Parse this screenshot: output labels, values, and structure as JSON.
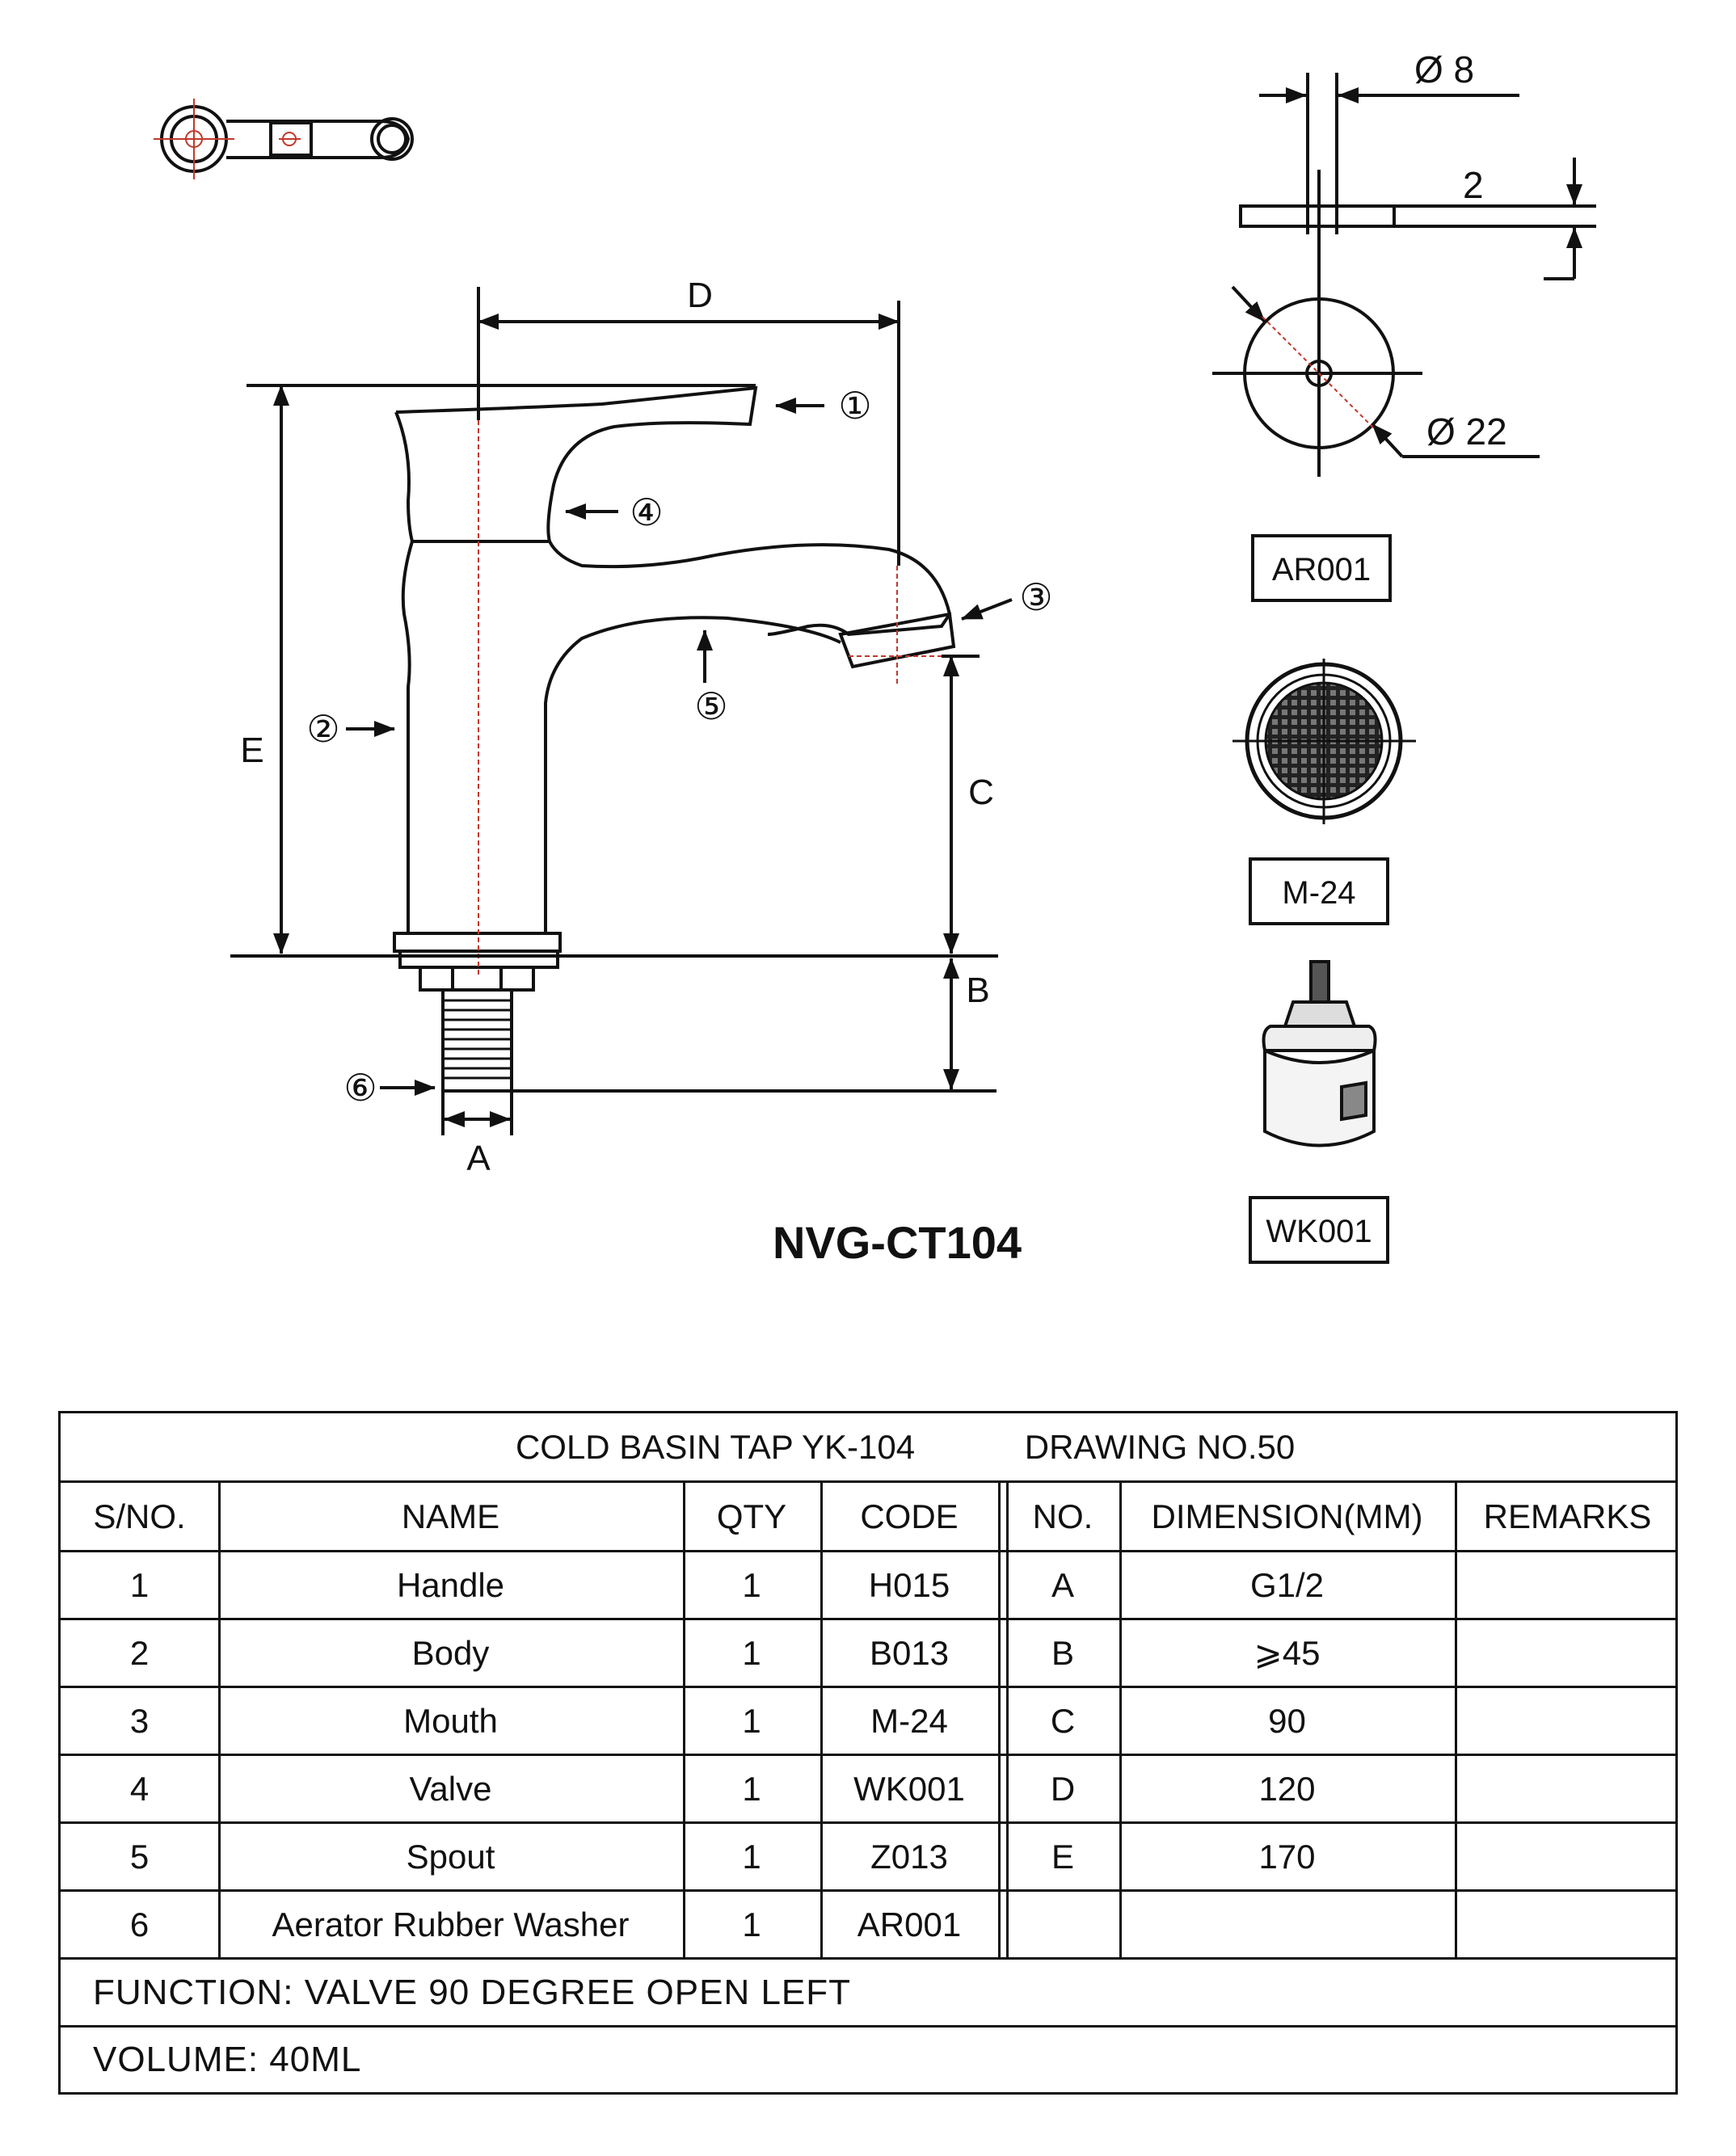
{
  "drawing": {
    "model": "NVG-CT104",
    "dimension_labels": {
      "A": "A",
      "B": "B",
      "C": "C",
      "D": "D",
      "E": "E"
    },
    "callouts": [
      "①",
      "②",
      "③",
      "④",
      "⑤",
      "⑥"
    ],
    "top_detail": {
      "diameter_small": "Ø 8",
      "thickness": "2",
      "diameter_large": "Ø 22"
    },
    "part_boxes": {
      "aerator": "AR001",
      "mouth": "M-24",
      "valve": "WK001"
    }
  },
  "table": {
    "title_left": "COLD BASIN TAP YK-104",
    "title_right": "DRAWING NO.50",
    "headers": [
      "S/NO.",
      "NAME",
      "QTY",
      "CODE",
      "NO.",
      "DIMENSION(MM)",
      "REMARKS"
    ],
    "rows": [
      [
        "1",
        "Handle",
        "1",
        "H015",
        "A",
        "G1/2",
        ""
      ],
      [
        "2",
        "Body",
        "1",
        "B013",
        "B",
        "⩾45",
        ""
      ],
      [
        "3",
        "Mouth",
        "1",
        "M-24",
        "C",
        "90",
        ""
      ],
      [
        "4",
        "Valve",
        "1",
        "WK001",
        "D",
        "120",
        ""
      ],
      [
        "5",
        "Spout",
        "1",
        "Z013",
        "E",
        "170",
        ""
      ],
      [
        "6",
        "Aerator Rubber Washer",
        "1",
        "AR001",
        "",
        "",
        ""
      ]
    ],
    "function": "FUNCTION: VALVE 90 DEGREE OPEN LEFT",
    "volume": "VOLUME: 40ML"
  }
}
